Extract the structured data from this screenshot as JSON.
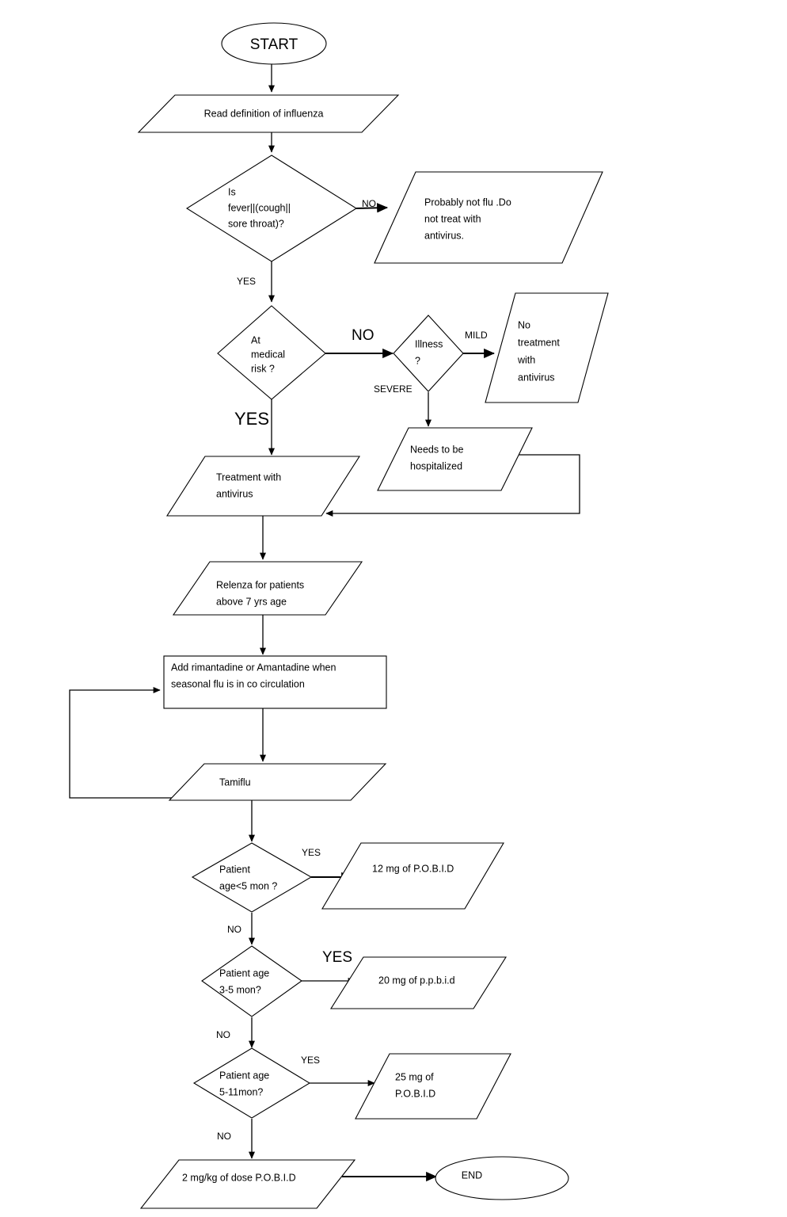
{
  "diagram": {
    "title": "Influenza diagnosis and antiviral treatment flowchart",
    "background": "#ffffff",
    "stroke_color": "#000000",
    "fill_color": "#ffffff"
  },
  "nodes": {
    "start": {
      "label": "START",
      "shape": "ellipse"
    },
    "read_definition": {
      "label": "Read  definition of influenza",
      "shape": "parallelogram"
    },
    "symptom_decision": {
      "shape": "diamond",
      "line1": "Is",
      "line2": "fever||(cough||",
      "line3": "sore throat)?"
    },
    "probably_not_flu": {
      "shape": "parallelogram",
      "line1": "Probably not flu .Do",
      "line2": "not treat with",
      "line3": "antivirus."
    },
    "medical_risk_decision": {
      "shape": "diamond",
      "line1": "At",
      "line2": "medical",
      "line3": "risk ?"
    },
    "illness_decision": {
      "shape": "diamond",
      "line1": "Illness",
      "line2": "?"
    },
    "no_treatment": {
      "shape": "parallelogram",
      "line1": "No",
      "line2": "treatment",
      "line3": "with",
      "line4": "antivirus"
    },
    "hospitalized": {
      "shape": "parallelogram",
      "line1": "Needs to be",
      "line2": "hospitalized"
    },
    "treatment_antivirus": {
      "shape": "parallelogram",
      "line1": "Treatment with",
      "line2": "antivirus"
    },
    "relenza": {
      "shape": "parallelogram",
      "line1": "Relenza for patients",
      "line2": "above 7 yrs age"
    },
    "rimantadine": {
      "shape": "rectangle",
      "line1": "Add rimantadine or Amantadine when",
      "line2": "seasonal flu is in co circulation"
    },
    "tamiflu": {
      "shape": "parallelogram",
      "label": "Tamiflu"
    },
    "age_under5_decision": {
      "shape": "diamond",
      "line1": "Patient",
      "line2": "age<5 mon ?"
    },
    "dose_12mg": {
      "shape": "parallelogram",
      "label": "12 mg of P.O.B.I.D"
    },
    "age_3_5_decision": {
      "shape": "diamond",
      "line1": "Patient age",
      "line2": "3-5 mon?"
    },
    "dose_20mg": {
      "shape": "parallelogram",
      "label": "20 mg of p.p.b.i.d"
    },
    "age_5_11_decision": {
      "shape": "diamond",
      "line1": "Patient age",
      "line2": "5-11mon?"
    },
    "dose_25mg": {
      "shape": "parallelogram",
      "line1": "25 mg of",
      "line2": "P.O.B.I.D"
    },
    "dose_2mgkg": {
      "shape": "parallelogram",
      "label": "2 mg/kg of dose P.O.B.I.D"
    },
    "end": {
      "label": "END",
      "shape": "ellipse"
    }
  },
  "edge_labels": {
    "symptom_no": "NO",
    "symptom_yes": "YES",
    "risk_no": "NO",
    "risk_yes": "YES",
    "illness_mild": "MILD",
    "illness_severe": "SEVERE",
    "age_under5_yes": "YES",
    "age_under5_no": "NO",
    "age_3_5_yes": "YES",
    "age_3_5_no": "NO",
    "age_5_11_yes": "YES",
    "age_5_11_no": "NO"
  }
}
